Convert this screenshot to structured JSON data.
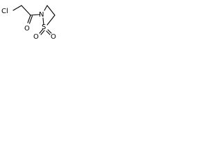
{
  "molecule": {
    "atoms": {
      "chlorine": "Cl",
      "ketone_oxygen": "O",
      "nitrogen": "N",
      "sulfur": "S",
      "sulfonyl_oxygen_left": "O",
      "sulfonyl_oxygen_right": "O"
    },
    "line_color": "#000000",
    "background_color": "#ffffff"
  }
}
